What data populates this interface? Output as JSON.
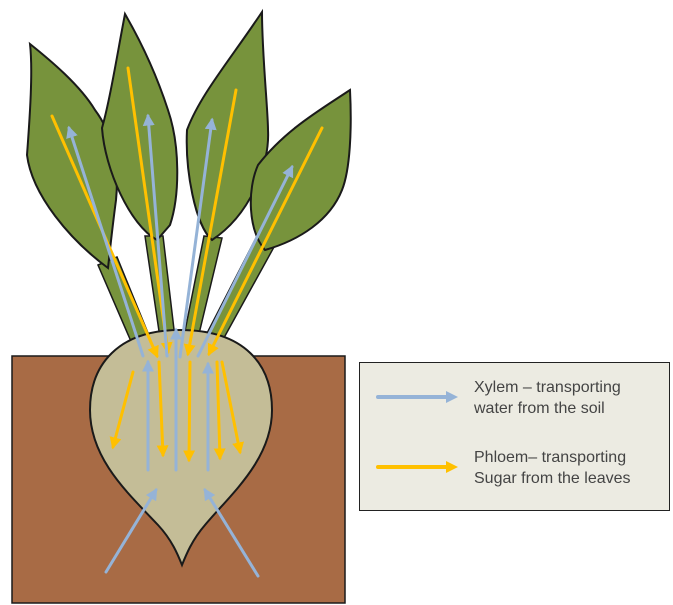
{
  "legend": {
    "xylem": {
      "line1": "Xylem – transporting",
      "line2": "water from the soil",
      "color": "#95b3d7"
    },
    "phloem": {
      "line1": "Phloem– transporting",
      "line2": "Sugar from the leaves",
      "color": "#ffc000"
    }
  },
  "colors": {
    "soil": "#a86b45",
    "root": "#c4bd97",
    "leaf": "#77933c",
    "outline": "#1a1a1a",
    "legend_bg": "#ecebe2"
  },
  "icons": {
    "xylem_arrow": "arrow-right-blue",
    "phloem_arrow": "arrow-right-yellow"
  }
}
